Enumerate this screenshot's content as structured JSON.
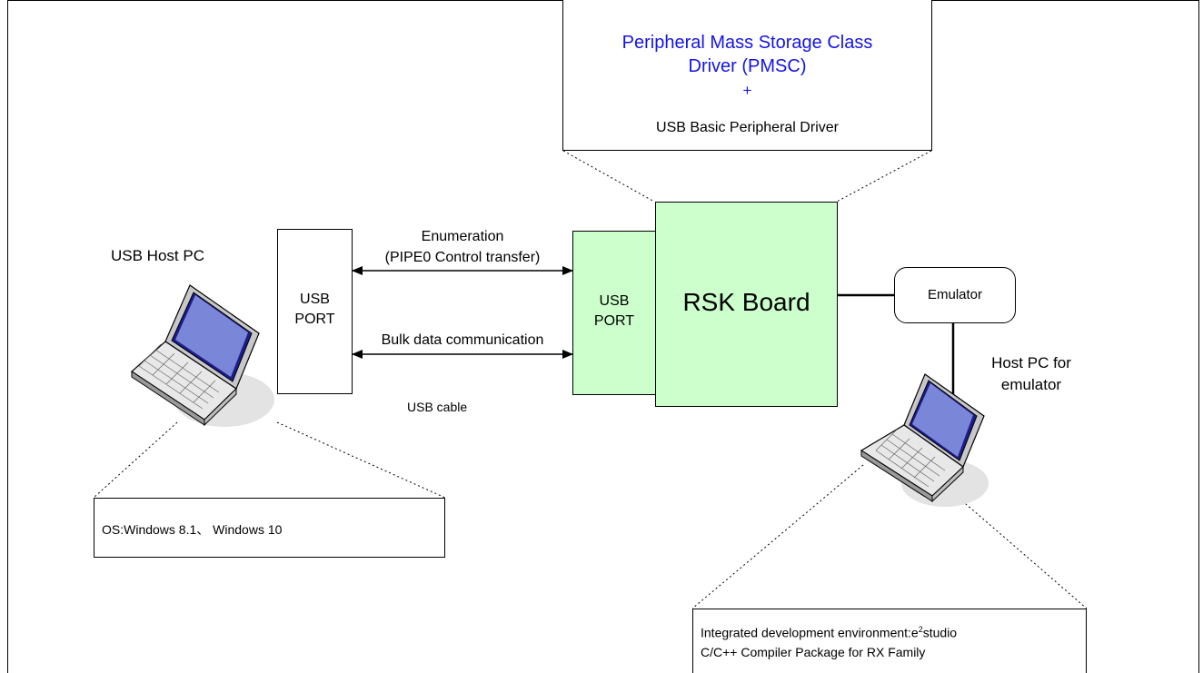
{
  "pmsc_box": {
    "line1": "Peripheral Mass Storage Class",
    "line2": "Driver (PMSC)",
    "plus": "+",
    "line3": "USB Basic Peripheral Driver",
    "accent_color": "#0000ff"
  },
  "host_pc_label": "USB Host PC",
  "usb_port_left": {
    "line1": "USB",
    "line2": "PORT"
  },
  "usb_port_right": {
    "line1": "USB",
    "line2": "PORT"
  },
  "board_label": "RSK Board",
  "emulator_label": "Emulator",
  "host_pc_emulator_label": {
    "line1": "Host PC for",
    "line2": "emulator"
  },
  "enumeration": {
    "line1": "Enumeration",
    "line2": "(PIPE0 Control transfer)"
  },
  "bulk_label": "Bulk data communication",
  "cable_label": "USB cable",
  "os_box": {
    "text": "OS:Windows 8.1、 Windows 10"
  },
  "ide_box": {
    "line1_prefix": "Integrated development environment:e",
    "line1_sup": "2",
    "line1_suffix": "studio",
    "line2": "C/C++ Compiler Package for RX Family"
  },
  "colors": {
    "board_fill": "#ccffcc",
    "border": "#000000"
  }
}
